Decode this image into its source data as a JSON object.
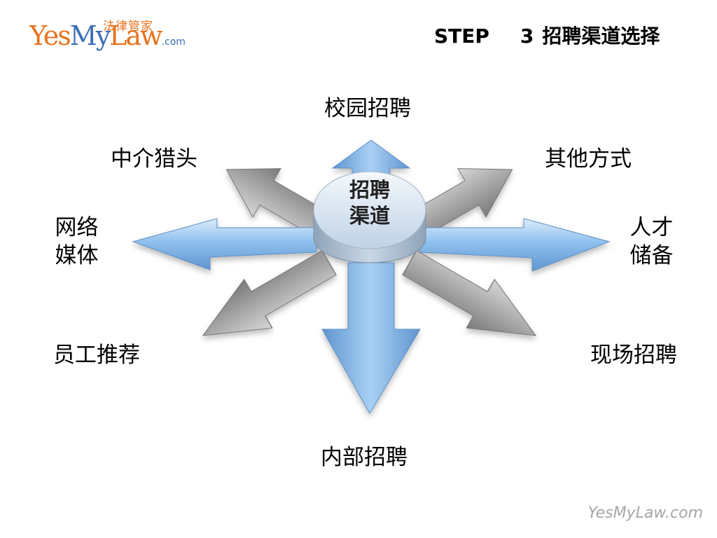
{
  "logo": {
    "cn": "法律管家",
    "yes": "Yes",
    "my": "My",
    "law": "Law",
    "domain": ".com"
  },
  "title": {
    "step": "STEP",
    "number": "3",
    "text": "招聘渠道选择"
  },
  "hub": {
    "line1": "招聘",
    "line2": "渠道"
  },
  "channels": {
    "top": "校园招聘",
    "top_left": "中介猎头",
    "top_right": "其他方式",
    "left_1": "网络",
    "left_2": "媒体",
    "right_1": "人才",
    "right_2": "储备",
    "bottom_left": "员工推荐",
    "bottom_right": "现场招聘",
    "bottom": "内部招聘"
  },
  "colors": {
    "blue_arrow": "#7fb7ea",
    "gray_arrow": "#9a9a9a",
    "hub": "#cfdceb",
    "brand_orange": "#e8731e",
    "brand_blue": "#3b6fb6"
  },
  "watermark": "YesMyLaw.com"
}
